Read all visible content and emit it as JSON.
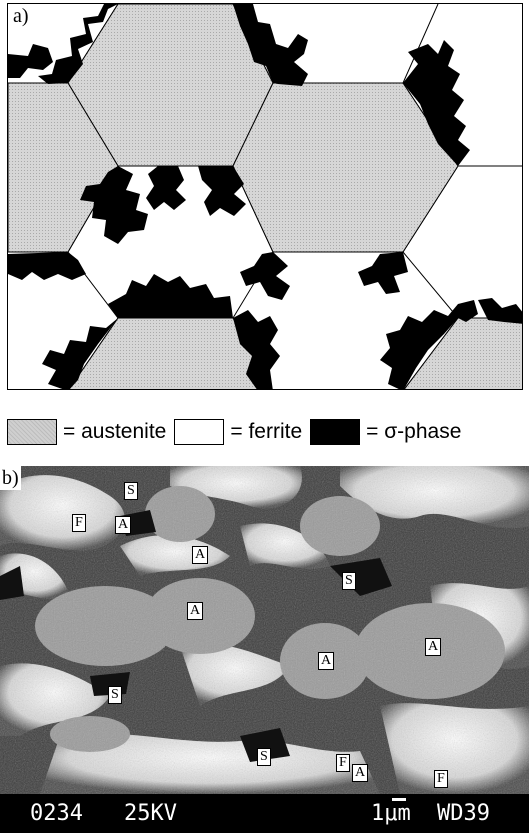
{
  "panel_a": {
    "label": "a)"
  },
  "legend": {
    "austenite": "= austenite",
    "ferrite": "= ferrite",
    "sigma": "= σ-phase",
    "colors": {
      "austenite": "#cfcfcf",
      "ferrite": "#ffffff",
      "sigma": "#000000"
    }
  },
  "panel_b": {
    "label": "b)",
    "phase_labels": [
      "S",
      "F",
      "A",
      "A",
      "S",
      "A",
      "S",
      "A",
      "A",
      "S",
      "F",
      "A",
      "F"
    ],
    "info_bar": {
      "code": "0234",
      "kv": "25KV",
      "scale": "1μm",
      "wd": "WD39"
    }
  }
}
